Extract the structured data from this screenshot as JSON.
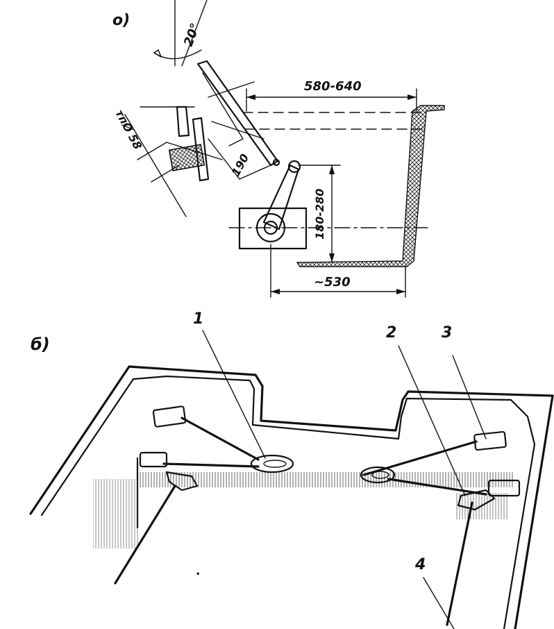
{
  "diagram": {
    "panel_a": {
      "label": "о)",
      "angle": "20°",
      "dim_width": "580-640",
      "dim_height": "180-280",
      "dim_base": "~530",
      "dim_link": "190",
      "dim_diameter": "тпØ 58"
    },
    "panel_b": {
      "label": "б)",
      "callout_1": "1",
      "callout_2": "2",
      "callout_3": "3",
      "callout_4": "4",
      "stray_mark": "•"
    }
  }
}
